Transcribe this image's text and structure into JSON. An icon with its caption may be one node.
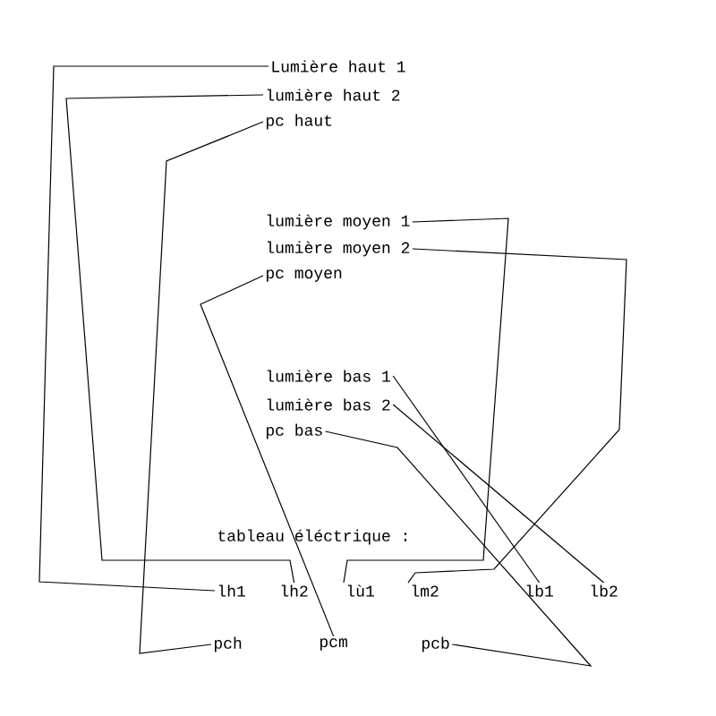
{
  "diagram": {
    "nodes": [
      {
        "text": [
          "Lumière haut 1"
        ]
      },
      {
        "text": [
          "lumière haut 2"
        ]
      },
      {
        "text": [
          "pc haut"
        ]
      },
      {
        "text": [
          "lumière moyen 1"
        ]
      },
      {
        "text": [
          "lumière moyen 2"
        ]
      },
      {
        "text": [
          "pc moyen"
        ]
      },
      {
        "text": [
          "lumière bas 1"
        ]
      },
      {
        "text": [
          "lumière bas 2"
        ]
      },
      {
        "text": [
          "pc bas"
        ]
      },
      {
        "text": [
          "lh1"
        ]
      },
      {
        "text": [
          "lh2"
        ]
      },
      {
        "text": [
          "lù1"
        ]
      },
      {
        "text": [
          "lm2"
        ]
      },
      {
        "text": [
          "lb1"
        ]
      },
      {
        "text": [
          "lb2"
        ]
      },
      {
        "text": [
          "pch"
        ]
      },
      {
        "text": [
          "pcm"
        ]
      },
      {
        "text": [
          "pcb"
        ]
      }
    ],
    "edges": [
      {
        "from": 0,
        "to": 9,
        "arrow": "none"
      },
      {
        "from": 1,
        "to": 10,
        "arrow": "none"
      },
      {
        "from": 2,
        "to": 15,
        "arrow": "none"
      },
      {
        "from": 3,
        "to": 11,
        "arrow": "none"
      },
      {
        "from": 4,
        "to": 12,
        "arrow": "none"
      },
      {
        "from": 5,
        "to": 16,
        "arrow": "none"
      },
      {
        "from": 6,
        "to": 13,
        "arrow": "none"
      },
      {
        "from": 7,
        "to": 14,
        "arrow": "none"
      },
      {
        "from": 8,
        "to": 17,
        "arrow": "none"
      }
    ],
    "labels": [
      "tableau éléctrique :"
    ]
  }
}
